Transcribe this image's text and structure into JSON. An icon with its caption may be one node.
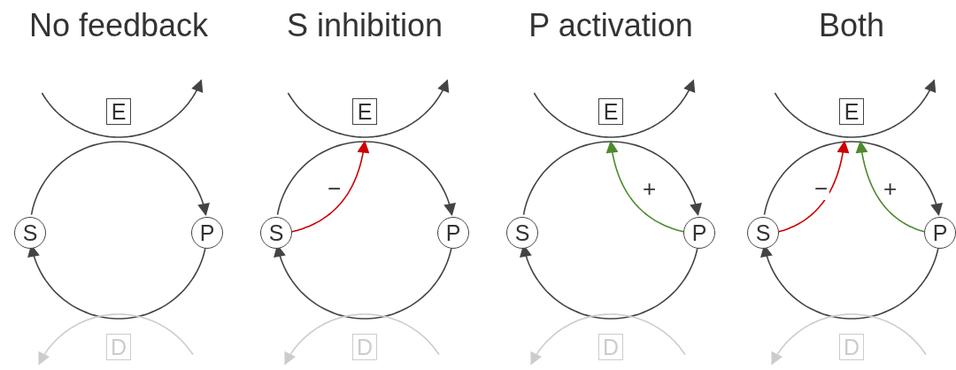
{
  "diagram": {
    "nodes": [
      {
        "text": [
          "E"
        ]
      },
      {
        "text": [
          "S"
        ]
      },
      {
        "text": [
          "P"
        ]
      },
      {
        "text": [
          "D"
        ]
      },
      {
        "text": [
          "E"
        ]
      },
      {
        "text": [
          "S"
        ]
      },
      {
        "text": [
          "P"
        ]
      },
      {
        "text": [
          "D"
        ]
      },
      {
        "text": [
          "E"
        ]
      },
      {
        "text": [
          "S"
        ]
      },
      {
        "text": [
          "P"
        ]
      },
      {
        "text": [
          "D"
        ]
      },
      {
        "text": [
          "E"
        ]
      },
      {
        "text": [
          "S"
        ]
      },
      {
        "text": [
          "P"
        ]
      },
      {
        "text": [
          "D"
        ]
      }
    ],
    "edges": [
      {
        "from": null,
        "to": 0,
        "arrow": "none"
      },
      {
        "from": 0,
        "to": null,
        "arrow": "to"
      },
      {
        "from": 1,
        "to": 2,
        "arrow": "to"
      },
      {
        "from": 2,
        "to": 1,
        "arrow": "to"
      },
      {
        "from": null,
        "to": 3,
        "arrow": "none",
        "color": "#cccccc"
      },
      {
        "from": 3,
        "to": null,
        "arrow": "to",
        "color": "#cccccc"
      },
      {
        "from": null,
        "to": 4,
        "arrow": "none"
      },
      {
        "from": 4,
        "to": null,
        "arrow": "to"
      },
      {
        "from": 5,
        "to": 6,
        "arrow": "to"
      },
      {
        "from": 6,
        "to": 5,
        "arrow": "to"
      },
      {
        "from": null,
        "to": 7,
        "arrow": "none",
        "color": "#cccccc"
      },
      {
        "from": 7,
        "to": null,
        "arrow": "to",
        "color": "#cccccc"
      },
      {
        "from": 5,
        "to": 4,
        "arrow": "to",
        "label": "−",
        "color": "#cc0000"
      },
      {
        "from": null,
        "to": 8,
        "arrow": "none"
      },
      {
        "from": 8,
        "to": null,
        "arrow": "to"
      },
      {
        "from": 9,
        "to": 10,
        "arrow": "to"
      },
      {
        "from": 10,
        "to": 9,
        "arrow": "to"
      },
      {
        "from": null,
        "to": 11,
        "arrow": "none",
        "color": "#cccccc"
      },
      {
        "from": 11,
        "to": null,
        "arrow": "to",
        "color": "#cccccc"
      },
      {
        "from": 10,
        "to": 8,
        "arrow": "to",
        "label": "+",
        "color": "#4e8a2e"
      },
      {
        "from": null,
        "to": 12,
        "arrow": "none"
      },
      {
        "from": 12,
        "to": null,
        "arrow": "to"
      },
      {
        "from": 13,
        "to": 14,
        "arrow": "to"
      },
      {
        "from": 14,
        "to": 13,
        "arrow": "to"
      },
      {
        "from": null,
        "to": 15,
        "arrow": "none",
        "color": "#cccccc"
      },
      {
        "from": 15,
        "to": null,
        "arrow": "to",
        "color": "#cccccc"
      },
      {
        "from": 13,
        "to": 12,
        "arrow": "to",
        "label": "−",
        "color": "#cc0000"
      },
      {
        "from": 14,
        "to": 12,
        "arrow": "to",
        "label": "+",
        "color": "#4e8a2e"
      }
    ],
    "labels": [
      "No feedback",
      "S inhibition",
      "P activation",
      "Both"
    ]
  }
}
